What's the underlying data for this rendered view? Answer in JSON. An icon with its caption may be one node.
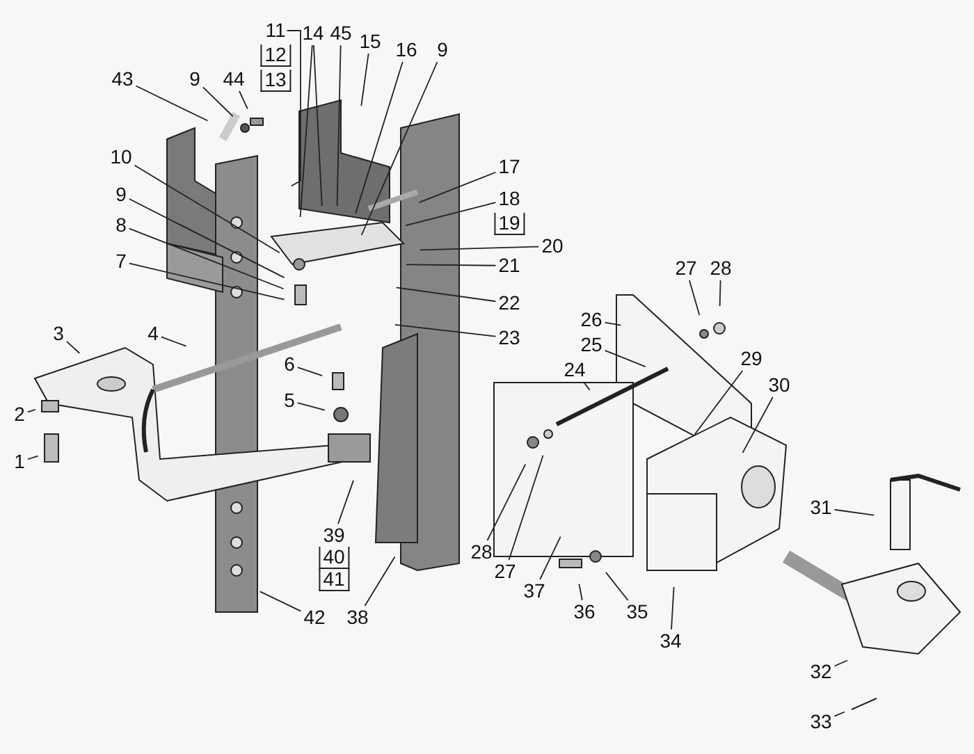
{
  "diagram": {
    "nodes": [
      {
        "text": [
          "43"
        ]
      },
      {
        "text": [
          "9"
        ]
      },
      {
        "text": [
          "44"
        ]
      },
      {
        "text": [
          "11"
        ]
      },
      {
        "text": [
          "12"
        ]
      },
      {
        "text": [
          "13"
        ]
      },
      {
        "text": [
          "14"
        ]
      },
      {
        "text": [
          "45"
        ]
      },
      {
        "text": [
          "15"
        ]
      },
      {
        "text": [
          "16"
        ]
      },
      {
        "text": [
          "9"
        ]
      },
      {
        "text": [
          "10"
        ]
      },
      {
        "text": [
          "9"
        ]
      },
      {
        "text": [
          "8"
        ]
      },
      {
        "text": [
          "7"
        ]
      },
      {
        "text": [
          "17"
        ]
      },
      {
        "text": [
          "18"
        ]
      },
      {
        "text": [
          "19"
        ]
      },
      {
        "text": [
          "20"
        ]
      },
      {
        "text": [
          "21"
        ]
      },
      {
        "text": [
          "22"
        ]
      },
      {
        "text": [
          "23"
        ]
      },
      {
        "text": [
          "3"
        ]
      },
      {
        "text": [
          "4"
        ]
      },
      {
        "text": [
          "6"
        ]
      },
      {
        "text": [
          "5"
        ]
      },
      {
        "text": [
          "2"
        ]
      },
      {
        "text": [
          "1"
        ]
      },
      {
        "text": [
          "27"
        ]
      },
      {
        "text": [
          "28"
        ]
      },
      {
        "text": [
          "26"
        ]
      },
      {
        "text": [
          "25"
        ]
      },
      {
        "text": [
          "24"
        ]
      },
      {
        "text": [
          "29"
        ]
      },
      {
        "text": [
          "30"
        ]
      },
      {
        "text": [
          "31"
        ]
      },
      {
        "text": [
          "28"
        ]
      },
      {
        "text": [
          "27"
        ]
      },
      {
        "text": [
          "37"
        ]
      },
      {
        "text": [
          "39"
        ]
      },
      {
        "text": [
          "40"
        ]
      },
      {
        "text": [
          "41"
        ]
      },
      {
        "text": [
          "42"
        ]
      },
      {
        "text": [
          "38"
        ]
      },
      {
        "text": [
          "36"
        ]
      },
      {
        "text": [
          "35"
        ]
      },
      {
        "text": [
          "34"
        ]
      },
      {
        "text": [
          "32"
        ]
      },
      {
        "text": [
          "33"
        ]
      }
    ],
    "edges": [
      {
        "from": 0,
        "to": null,
        "arrow": "none"
      },
      {
        "from": 1,
        "to": null,
        "arrow": "none"
      },
      {
        "from": 2,
        "to": null,
        "arrow": "none"
      },
      {
        "from": 3,
        "to": null,
        "arrow": "none"
      },
      {
        "from": 6,
        "to": null,
        "arrow": "none"
      },
      {
        "from": 6,
        "to": null,
        "arrow": "none"
      },
      {
        "from": 7,
        "to": null,
        "arrow": "none"
      },
      {
        "from": 8,
        "to": null,
        "arrow": "none"
      },
      {
        "from": 9,
        "to": null,
        "arrow": "none"
      },
      {
        "from": 10,
        "to": null,
        "arrow": "none"
      },
      {
        "from": 11,
        "to": null,
        "arrow": "none"
      },
      {
        "from": 12,
        "to": null,
        "arrow": "none"
      },
      {
        "from": 13,
        "to": null,
        "arrow": "none"
      },
      {
        "from": 14,
        "to": null,
        "arrow": "none"
      },
      {
        "from": 15,
        "to": null,
        "arrow": "none"
      },
      {
        "from": 16,
        "to": null,
        "arrow": "none"
      },
      {
        "from": 18,
        "to": null,
        "arrow": "none"
      },
      {
        "from": 19,
        "to": null,
        "arrow": "none"
      },
      {
        "from": 20,
        "to": null,
        "arrow": "none"
      },
      {
        "from": 21,
        "to": null,
        "arrow": "none"
      },
      {
        "from": 22,
        "to": null,
        "arrow": "none"
      },
      {
        "from": 23,
        "to": null,
        "arrow": "none"
      },
      {
        "from": 24,
        "to": null,
        "arrow": "none"
      },
      {
        "from": 25,
        "to": null,
        "arrow": "none"
      },
      {
        "from": 26,
        "to": null,
        "arrow": "none"
      },
      {
        "from": 27,
        "to": null,
        "arrow": "none"
      },
      {
        "from": 28,
        "to": null,
        "arrow": "none"
      },
      {
        "from": 29,
        "to": null,
        "arrow": "none"
      },
      {
        "from": 30,
        "to": null,
        "arrow": "none"
      },
      {
        "from": 31,
        "to": null,
        "arrow": "none"
      },
      {
        "from": 32,
        "to": null,
        "arrow": "none"
      },
      {
        "from": 33,
        "to": null,
        "arrow": "none"
      },
      {
        "from": 34,
        "to": null,
        "arrow": "none"
      },
      {
        "from": 35,
        "to": null,
        "arrow": "none"
      },
      {
        "from": 36,
        "to": null,
        "arrow": "none"
      },
      {
        "from": 37,
        "to": null,
        "arrow": "none"
      },
      {
        "from": 38,
        "to": null,
        "arrow": "none"
      },
      {
        "from": 39,
        "to": null,
        "arrow": "none"
      },
      {
        "from": 42,
        "to": null,
        "arrow": "none"
      },
      {
        "from": 43,
        "to": null,
        "arrow": "none"
      },
      {
        "from": 44,
        "to": null,
        "arrow": "none"
      },
      {
        "from": 45,
        "to": null,
        "arrow": "none"
      },
      {
        "from": 46,
        "to": null,
        "arrow": "none"
      },
      {
        "from": 47,
        "to": null,
        "arrow": "none"
      },
      {
        "from": 48,
        "to": null,
        "arrow": "none"
      }
    ]
  }
}
